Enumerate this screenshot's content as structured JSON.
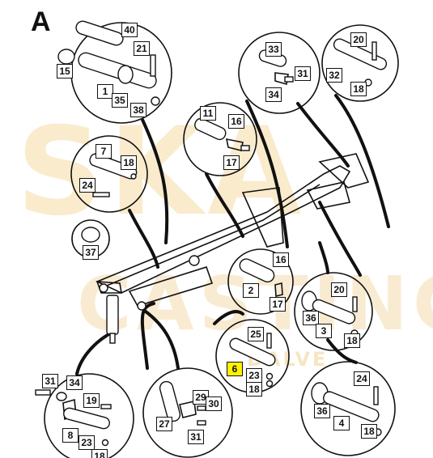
{
  "section_letter": "A",
  "watermark": {
    "big": "SKA",
    "small": "CASTING",
    "sub": "DALVE"
  },
  "part_numbers": [
    {
      "id": "p40",
      "label": "40",
      "highlight": false
    },
    {
      "id": "p21",
      "label": "21",
      "highlight": false
    },
    {
      "id": "p15",
      "label": "15",
      "highlight": false
    },
    {
      "id": "p1",
      "label": "1",
      "highlight": false
    },
    {
      "id": "p35",
      "label": "35",
      "highlight": false
    },
    {
      "id": "p38",
      "label": "38",
      "highlight": false
    },
    {
      "id": "p33",
      "label": "33",
      "highlight": false
    },
    {
      "id": "p31a",
      "label": "31",
      "highlight": false
    },
    {
      "id": "p34a",
      "label": "34",
      "highlight": false
    },
    {
      "id": "p20a",
      "label": "20",
      "highlight": false
    },
    {
      "id": "p32",
      "label": "32",
      "highlight": false
    },
    {
      "id": "p18a",
      "label": "18",
      "highlight": false
    },
    {
      "id": "p11",
      "label": "11",
      "highlight": false
    },
    {
      "id": "p16a",
      "label": "16",
      "highlight": false
    },
    {
      "id": "p17a",
      "label": "17",
      "highlight": false
    },
    {
      "id": "p7",
      "label": "7",
      "highlight": false
    },
    {
      "id": "p18b",
      "label": "18",
      "highlight": false
    },
    {
      "id": "p24a",
      "label": "24",
      "highlight": false
    },
    {
      "id": "p37",
      "label": "37",
      "highlight": false
    },
    {
      "id": "p16b",
      "label": "16",
      "highlight": false
    },
    {
      "id": "p2",
      "label": "2",
      "highlight": false
    },
    {
      "id": "p17b",
      "label": "17",
      "highlight": false
    },
    {
      "id": "p20b",
      "label": "20",
      "highlight": false
    },
    {
      "id": "p36a",
      "label": "36",
      "highlight": false
    },
    {
      "id": "p3",
      "label": "3",
      "highlight": false
    },
    {
      "id": "p18c",
      "label": "18",
      "highlight": false
    },
    {
      "id": "p25",
      "label": "25",
      "highlight": false
    },
    {
      "id": "p6",
      "label": "6",
      "highlight": true
    },
    {
      "id": "p23a",
      "label": "23",
      "highlight": false
    },
    {
      "id": "p18d",
      "label": "18",
      "highlight": false
    },
    {
      "id": "p24b",
      "label": "24",
      "highlight": false
    },
    {
      "id": "p36b",
      "label": "36",
      "highlight": false
    },
    {
      "id": "p4",
      "label": "4",
      "highlight": false
    },
    {
      "id": "p18e",
      "label": "18",
      "highlight": false
    },
    {
      "id": "p31b",
      "label": "31",
      "highlight": false
    },
    {
      "id": "p34b",
      "label": "34",
      "highlight": false
    },
    {
      "id": "p19",
      "label": "19",
      "highlight": false
    },
    {
      "id": "p8",
      "label": "8",
      "highlight": false
    },
    {
      "id": "p23b",
      "label": "23",
      "highlight": false
    },
    {
      "id": "p18f",
      "label": "18",
      "highlight": false
    },
    {
      "id": "p29",
      "label": "29",
      "highlight": false
    },
    {
      "id": "p30",
      "label": "30",
      "highlight": false
    },
    {
      "id": "p27",
      "label": "27",
      "highlight": false
    },
    {
      "id": "p31c",
      "label": "31",
      "highlight": false
    }
  ],
  "colors": {
    "highlight": "#fff200",
    "watermark": "#f6dca6",
    "ink": "#111111"
  }
}
